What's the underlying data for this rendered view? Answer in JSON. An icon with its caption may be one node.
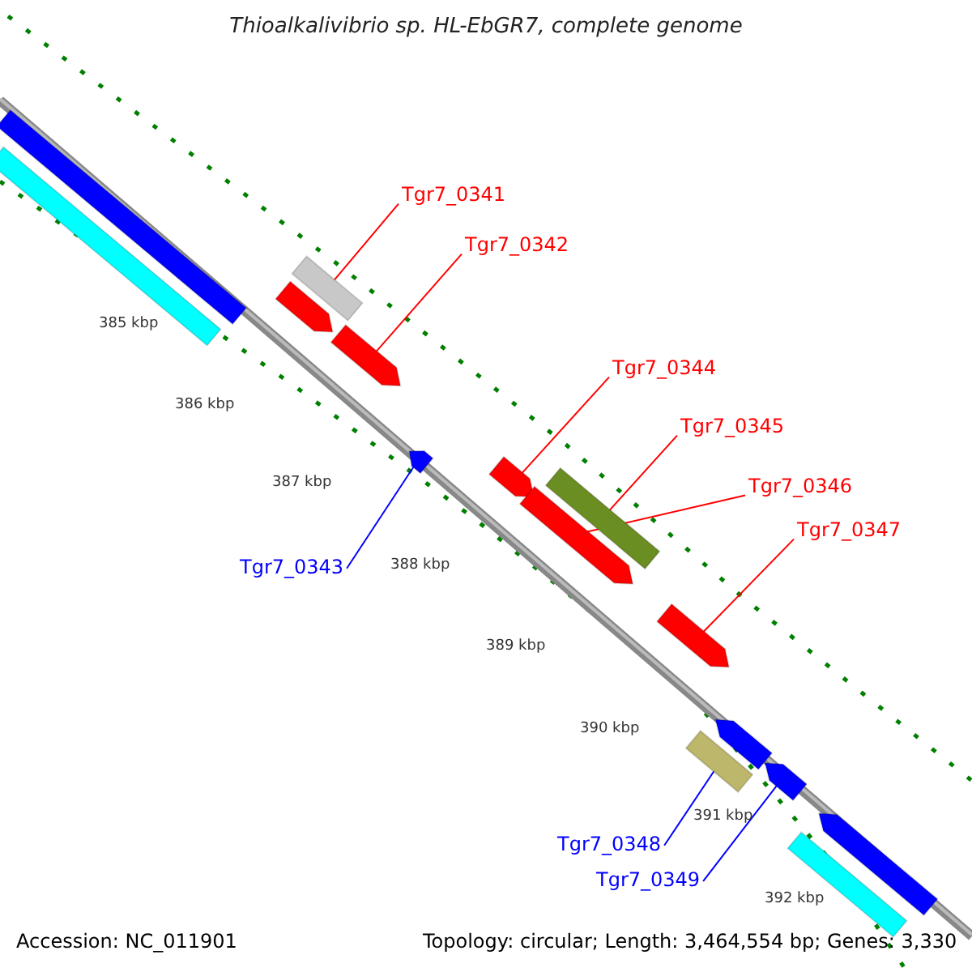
{
  "diagram": {
    "title": "Thioalkalivibrio sp. HL-EbGR7, complete genome",
    "nodes": [
      {
        "text": [
          "Tgr7_0341"
        ]
      },
      {
        "text": [
          "Tgr7_0342"
        ]
      },
      {
        "text": [
          "Tgr7_0344"
        ]
      },
      {
        "text": [
          "Tgr7_0345"
        ]
      },
      {
        "text": [
          "Tgr7_0346"
        ]
      },
      {
        "text": [
          "Tgr7_0347"
        ]
      },
      {
        "text": [
          "Tgr7_0343"
        ]
      },
      {
        "text": [
          "Tgr7_0348"
        ]
      },
      {
        "text": [
          "Tgr7_0349"
        ]
      },
      {
        "text": [],
        "shape": "bar"
      },
      {
        "text": [],
        "shape": "bar"
      },
      {
        "text": [],
        "shape": "bar"
      },
      {
        "text": [],
        "shape": "bar"
      },
      {
        "text": [],
        "shape": "bar"
      },
      {
        "text": [],
        "shape": "bar"
      },
      {
        "text": [],
        "shape": "bar"
      },
      {
        "text": [],
        "shape": "bar"
      },
      {
        "text": [],
        "shape": "bar"
      },
      {
        "text": [],
        "shape": "bar"
      },
      {
        "text": [],
        "shape": "bar"
      },
      {
        "text": [],
        "shape": "bar"
      },
      {
        "text": [],
        "shape": "bar"
      },
      {
        "text": [],
        "shape": "bar"
      },
      {
        "text": [],
        "shape": "bar"
      }
    ],
    "edges": [
      {
        "from": 0,
        "to": 9,
        "arrow": "none"
      },
      {
        "from": 1,
        "to": 10,
        "arrow": "none"
      },
      {
        "from": 2,
        "to": 11,
        "arrow": "none"
      },
      {
        "from": 3,
        "to": 12,
        "arrow": "none"
      },
      {
        "from": 4,
        "to": 13,
        "arrow": "none"
      },
      {
        "from": 5,
        "to": 14,
        "arrow": "none"
      },
      {
        "from": 6,
        "to": 15,
        "arrow": "none",
        "color": "#0000ff"
      },
      {
        "from": 7,
        "to": 16,
        "arrow": "none",
        "color": "#0000ff"
      },
      {
        "from": 8,
        "to": 17,
        "arrow": "none",
        "color": "#0000ff"
      }
    ],
    "labels": [
      "385 kbp",
      "386 kbp",
      "387 kbp",
      "388 kbp",
      "389 kbp",
      "390 kbp",
      "391 kbp",
      "392 kbp",
      "Accession: NC_011901",
      "Topology: circular; Length: 3,464,554 bp; Genes: 3,330"
    ]
  }
}
